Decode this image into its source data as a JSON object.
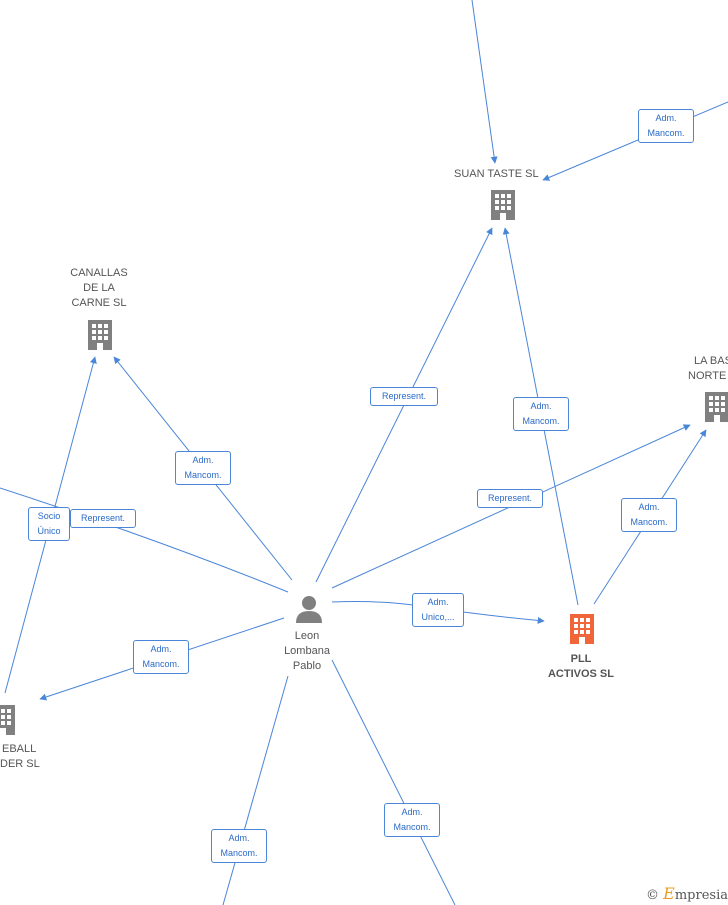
{
  "colors": {
    "edge": "#4a86d8",
    "building": "#808080",
    "highlight": "#f0653a",
    "person": "#808080"
  },
  "nodes": {
    "suan_taste": {
      "lines": [
        "SUAN TASTE  SL"
      ]
    },
    "canallas": {
      "lines": [
        "CANALLAS",
        "DE LA",
        "CARNE  SL"
      ]
    },
    "la_base_norte": {
      "lines": [
        "LA BAS",
        "NORTE"
      ]
    },
    "pll_activos": {
      "lines": [
        "PLL",
        "ACTIVOS  SL"
      ]
    },
    "eball_der": {
      "lines": [
        "EBALL",
        "DER  SL"
      ]
    },
    "person": {
      "lines": [
        "Leon",
        "Lombana",
        "Pablo"
      ]
    }
  },
  "relations": [
    {
      "id": "top-adm",
      "lines": [
        "Adm.",
        "Mancom."
      ]
    },
    {
      "id": "canallas-adm",
      "lines": [
        "Adm.",
        "Mancom."
      ]
    },
    {
      "id": "suan-represent",
      "lines": [
        "Represent."
      ]
    },
    {
      "id": "suan-adm",
      "lines": [
        "Adm.",
        "Mancom."
      ]
    },
    {
      "id": "base-represent",
      "lines": [
        "Represent."
      ]
    },
    {
      "id": "base-adm",
      "lines": [
        "Adm.",
        "Mancom."
      ]
    },
    {
      "id": "socio-unico",
      "lines": [
        "Socio",
        "Único"
      ]
    },
    {
      "id": "left-represent",
      "lines": [
        "Represent."
      ]
    },
    {
      "id": "pll-adm-unico",
      "lines": [
        "Adm.",
        "Unico,..."
      ]
    },
    {
      "id": "eball-adm",
      "lines": [
        "Adm.",
        "Mancom."
      ]
    },
    {
      "id": "bottom-left-adm",
      "lines": [
        "Adm.",
        "Mancom."
      ]
    },
    {
      "id": "bottom-right-adm",
      "lines": [
        "Adm.",
        "Mancom."
      ]
    }
  ],
  "watermark": {
    "symbol": "©",
    "brand_initial": "E",
    "brand_rest": "mpresia"
  }
}
